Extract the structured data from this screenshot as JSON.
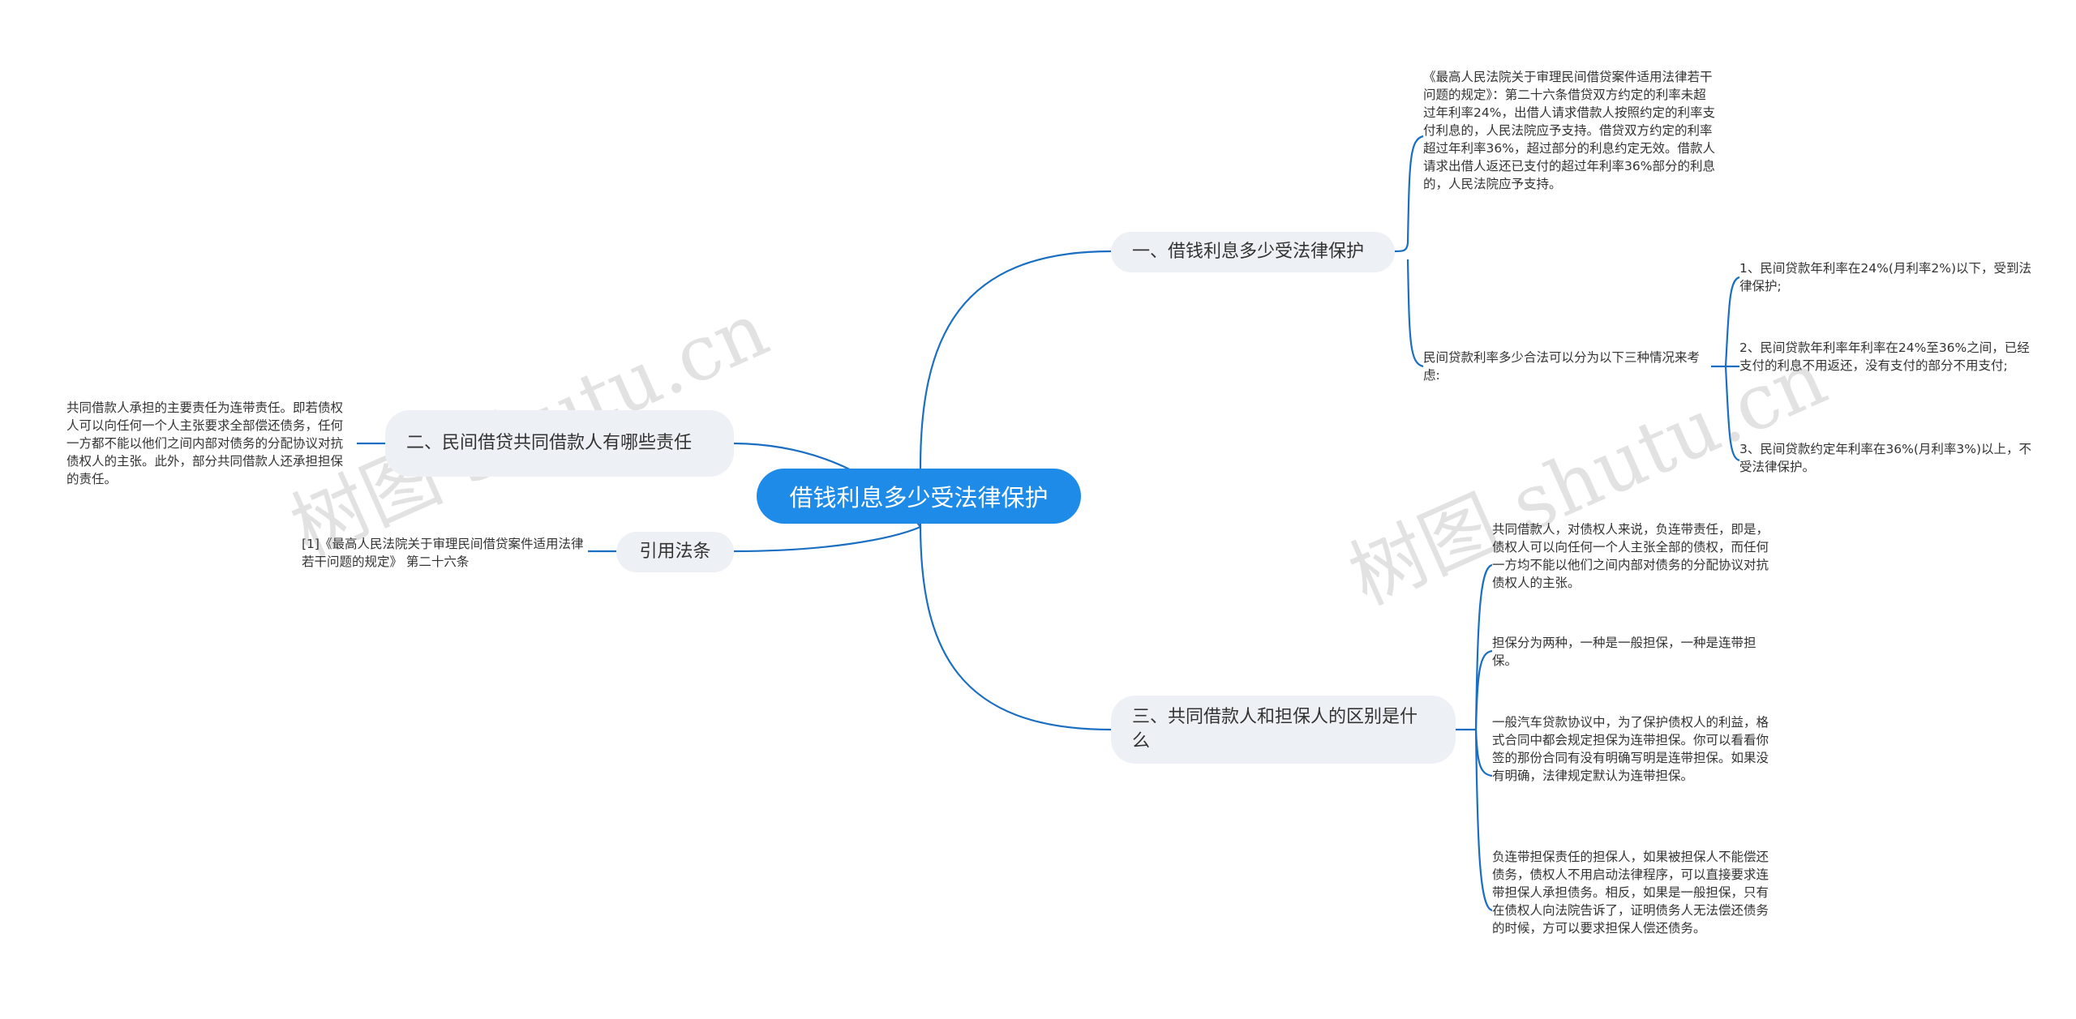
{
  "root": {
    "label": "借钱利息多少受法律保护"
  },
  "topics": {
    "t1": {
      "label": "一、借钱利息多少受法律保护"
    },
    "t2": {
      "label": "二、民间借贷共同借款人有哪些责任"
    },
    "t3": {
      "label": "引用法条"
    },
    "t4": {
      "label": "三、共同借款人和担保人的区别是什么"
    }
  },
  "leaves": {
    "t1_a": "《最高人民法院关于审理民间借贷案件适用法律若干问题的规定》：第二十六条借贷双方约定的利率未超过年利率24%，出借人请求借款人按照约定的利率支付利息的，人民法院应予支持。借贷双方约定的利率超过年利率36%，超过部分的利息约定无效。借款人请求出借人返还已支付的超过年利率36%部分的利息的，人民法院应予支持。",
    "t1_b": "民间贷款利率多少合法可以分为以下三种情况来考虑:",
    "t1_b1": "1、民间贷款年利率在24%(月利率2%)以下，受到法律保护;",
    "t1_b2": "2、民间贷款年利率年利率在24%至36%之间，已经支付的利息不用返还，没有支付的部分不用支付;",
    "t1_b3": "3、民间贷款约定年利率在36%(月利率3%)以上，不受法律保护。",
    "t2_a": "共同借款人承担的主要责任为连带责任。即若债权人可以向任何一个人主张要求全部偿还债务，任何一方都不能以他们之间内部对债务的分配协议对抗债权人的主张。此外，部分共同借款人还承担担保的责任。",
    "t3_a": "[1]《最高人民法院关于审理民间借贷案件适用法律若干问题的规定》 第二十六条",
    "t4_a": "共同借款人，对债权人来说，负连带责任，即是，债权人可以向任何一个人主张全部的债权，而任何一方均不能以他们之间内部对债务的分配协议对抗债权人的主张。",
    "t4_b": "担保分为两种，一种是一般担保，一种是连带担保。",
    "t4_c": "一般汽车贷款协议中，为了保护债权人的利益，格式合同中都会规定担保为连带担保。你可以看看你签的那份合同有没有明确写明是连带担保。如果没有明确，法律规定默认为连带担保。",
    "t4_d": "负连带担保责任的担保人，如果被担保人不能偿还债务，债权人不用启动法律程序，可以直接要求连带担保人承担债务。相反，如果是一般担保，只有在债权人向法院告诉了，证明债务人无法偿还债务的时候，方可以要求担保人偿还债务。"
  },
  "watermark": {
    "left": "树图 shutu.cn",
    "right": "树图 shutu.cn"
  },
  "colors": {
    "root_fill": "#1f8be8",
    "topic_fill": "#edf0f4",
    "link": "#1a6fc2",
    "text": "#333333"
  }
}
